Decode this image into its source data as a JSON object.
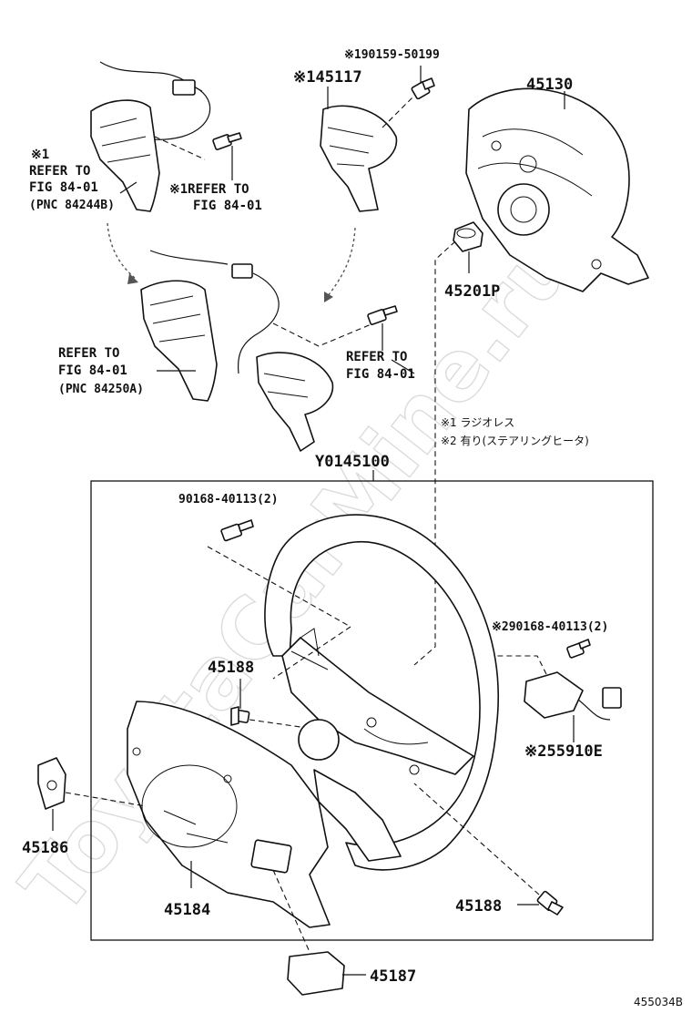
{
  "watermark": "ToyotaCarMine.ru",
  "diagram_code": "455034B",
  "assembly_label": "Y0145100",
  "notes": {
    "note1": "※1 ラジオレス",
    "note2": "※2 有り(ステアリングヒータ)"
  },
  "references": {
    "ref_top_left": {
      "mark": "※1",
      "line1": "REFER TO",
      "line2": "FIG 84-01",
      "line3": "(PNC 84244B)"
    },
    "ref_top_mid": {
      "line1": "※1REFER TO",
      "line2": "FIG 84-01"
    },
    "ref_mid_left": {
      "line1": "REFER TO",
      "line2": "FIG 84-01",
      "line3": "(PNC 84250A)"
    },
    "ref_mid_right": {
      "line1": "REFER TO",
      "line2": "FIG 84-01"
    }
  },
  "parts": {
    "p1": "※190159-50199",
    "p2": "※145117",
    "p3": "45130",
    "p4": "45201P",
    "p5": "90168-40113(2)",
    "p6": "※290168-40113(2)",
    "p7": "45188",
    "p8": "※255910E",
    "p9": "45186",
    "p10": "45184",
    "p11": "45188",
    "p12": "45187"
  }
}
